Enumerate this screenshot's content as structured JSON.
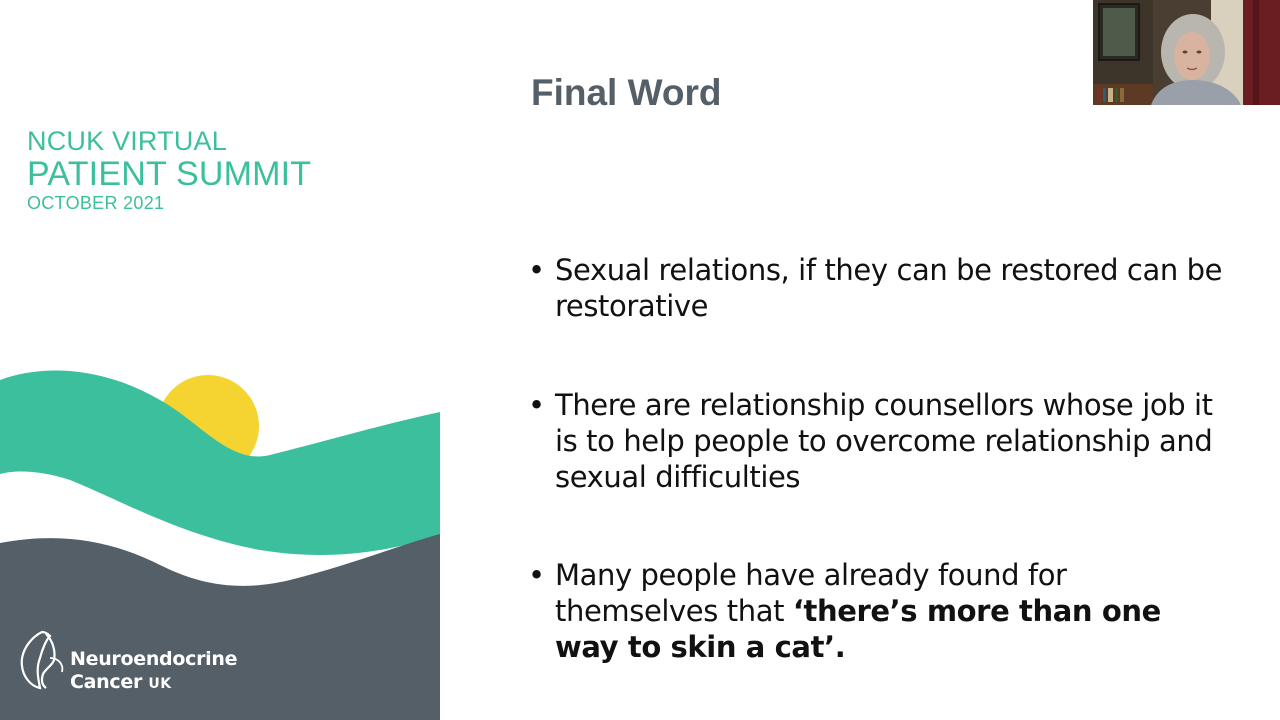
{
  "summit": {
    "line1": "NCUK VIRTUAL",
    "line2": "PATIENT SUMMIT",
    "line3": "OCTOBER 2021"
  },
  "logo": {
    "name_line1": "Neuroendocrine",
    "name_line2": "Cancer",
    "name_suffix": "UK"
  },
  "slide": {
    "title": "Final Word",
    "bullets": [
      {
        "text": "Sexual relations, if they can be restored can be restorative"
      },
      {
        "text": "There are relationship counsellors whose job it is to help people to overcome relationship and sexual difficulties"
      },
      {
        "text_plain": "Many people have already found for themselves that ",
        "text_bold": "‘there’s more than one way to skin a cat’",
        "text_end": "."
      }
    ],
    "bullet_symbol": "•"
  },
  "colors": {
    "accent_teal": "#3cbf9d",
    "sun_yellow": "#f5d431",
    "dark_slate": "#555f67",
    "title_gray": "#555f67"
  },
  "icons": {
    "logo_icon": "butterfly-icon"
  }
}
